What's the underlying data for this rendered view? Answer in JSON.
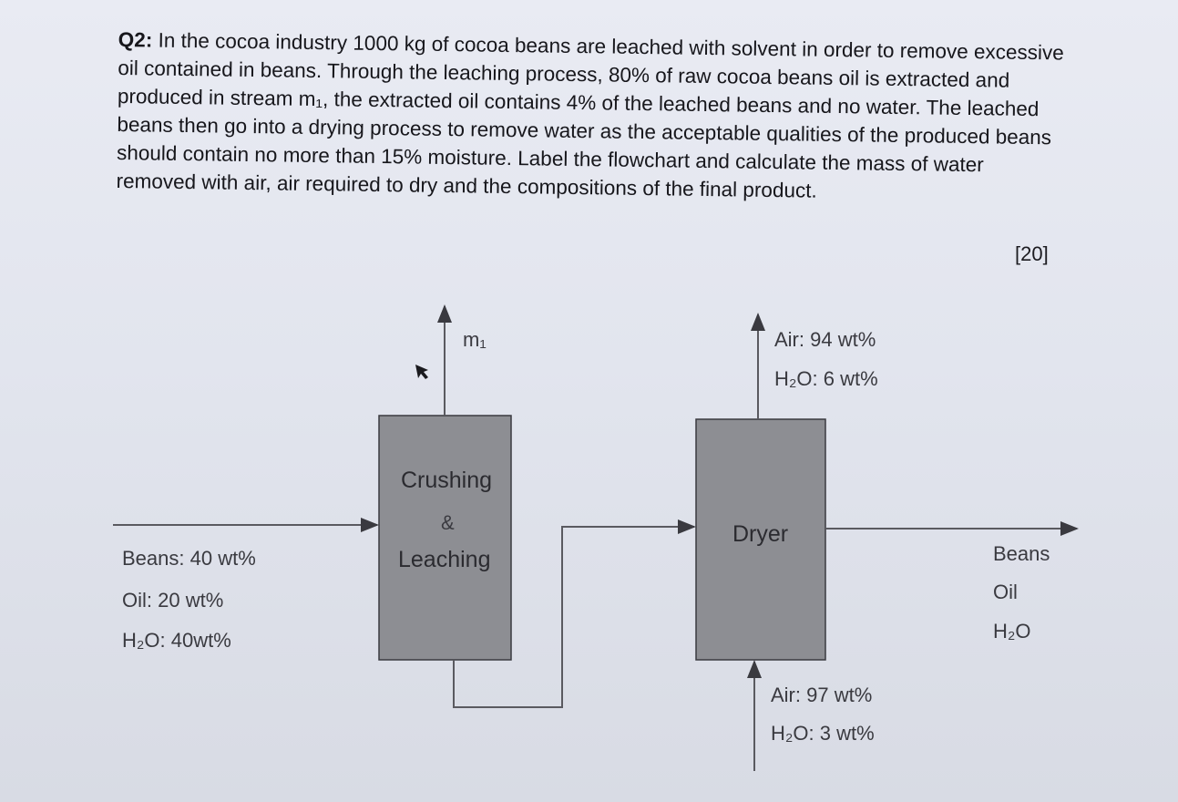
{
  "question": {
    "label": "Q2:",
    "text": " In the cocoa industry 1000 kg of cocoa beans are leached with solvent in order to remove excessive oil contained in beans. Through the leaching process, 80% of raw cocoa beans oil is extracted and produced in stream m₁, the extracted oil contains 4% of the leached beans and no water. The leached beans then go into a drying process to remove water as the acceptable qualities of the produced beans should contain no more than 15% moisture. Label the flowchart and calculate the mass of water removed with air, air required to dry and the compositions of the final product.",
    "marks": "[20]"
  },
  "flowchart": {
    "unit1": {
      "line1": "Crushing",
      "line2": "&",
      "line3": "Leaching"
    },
    "unit2": {
      "label": "Dryer"
    },
    "stream_m1": "m₁",
    "feed": {
      "beans": "Beans: 40 wt%",
      "oil": "Oil: 20 wt%",
      "water": "H₂O: 40wt%"
    },
    "air_out": {
      "air": "Air: 94 wt%",
      "water": "H₂O: 6 wt%"
    },
    "air_in": {
      "air": "Air: 97 wt%",
      "water": "H₂O: 3 wt%"
    },
    "product": {
      "beans": "Beans",
      "oil": "Oil",
      "water": "H₂O"
    }
  }
}
